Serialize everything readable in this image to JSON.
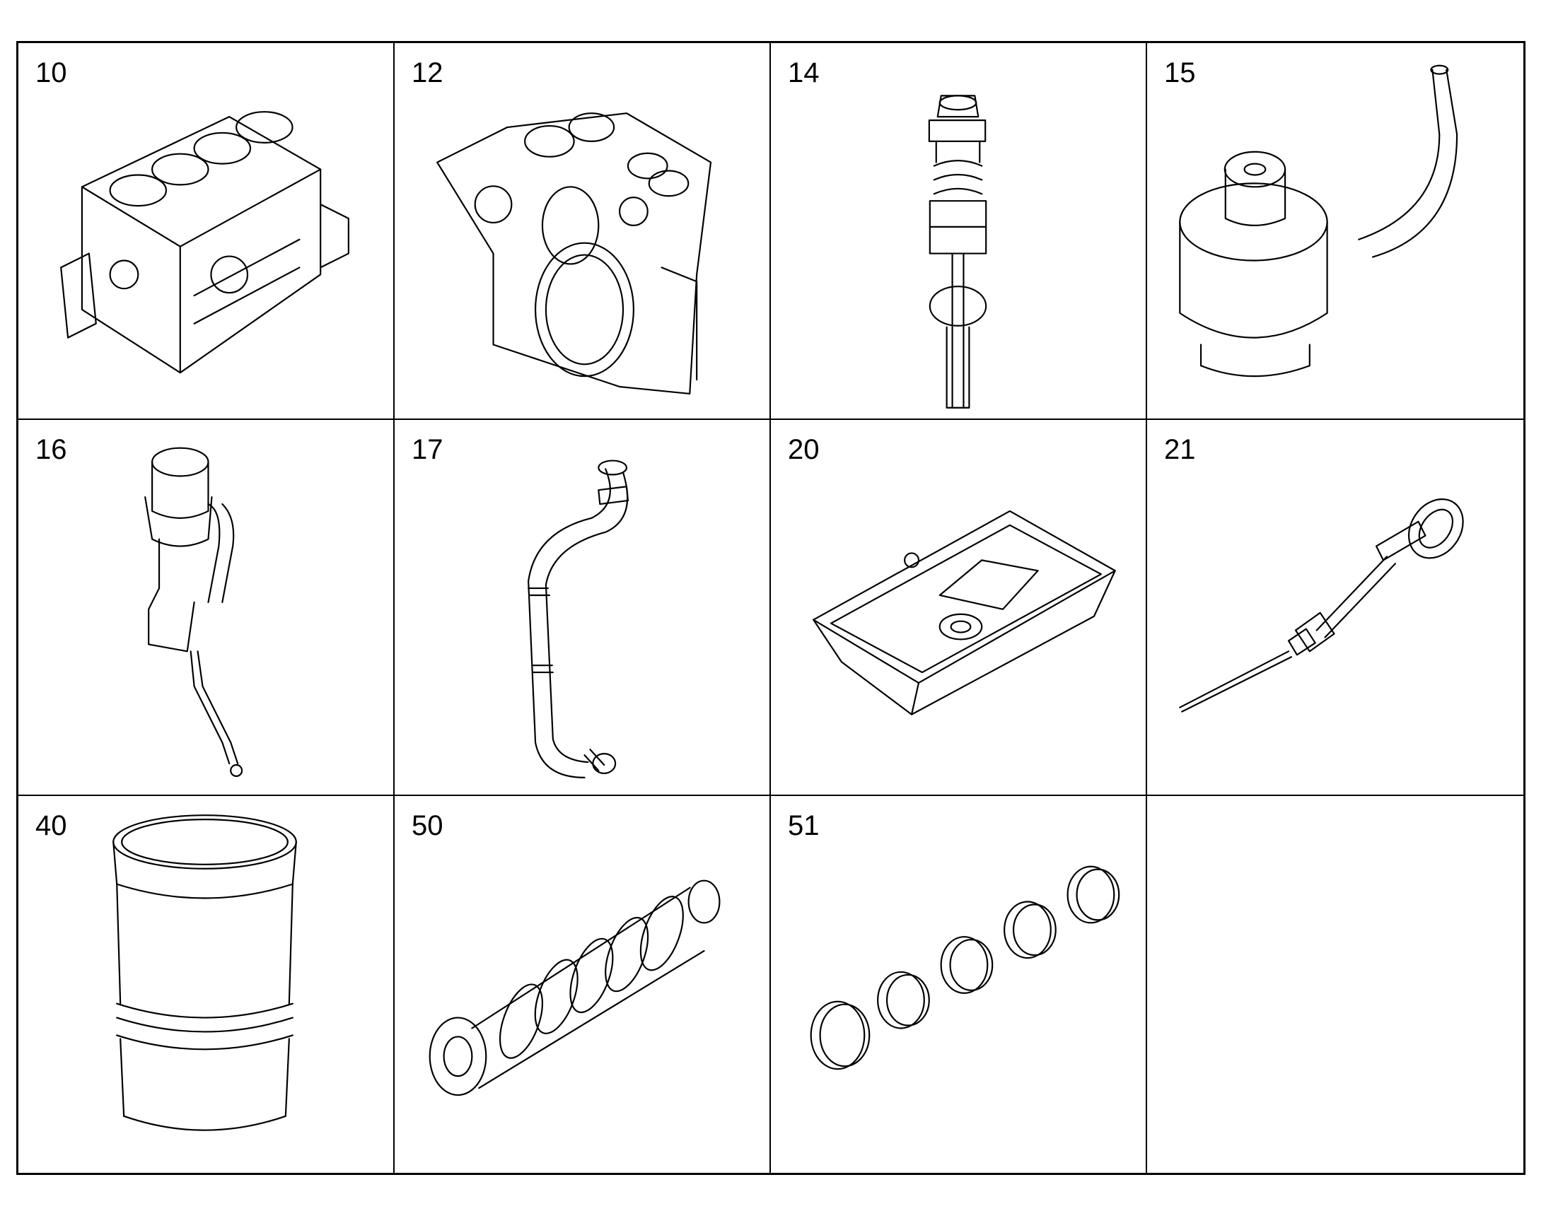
{
  "cells": [
    {
      "number": "10",
      "icon": "cylinder-block-icon"
    },
    {
      "number": "12",
      "icon": "timing-housing-icon"
    },
    {
      "number": "14",
      "icon": "valve-icon"
    },
    {
      "number": "15",
      "icon": "oil-pipe-icon"
    },
    {
      "number": "16",
      "icon": "breather-assembly-icon"
    },
    {
      "number": "17",
      "icon": "hose-icon"
    },
    {
      "number": "20",
      "icon": "oil-sump-icon"
    },
    {
      "number": "21",
      "icon": "dipstick-icon"
    },
    {
      "number": "40",
      "icon": "cylinder-liner-icon"
    },
    {
      "number": "50",
      "icon": "crankshaft-icon"
    },
    {
      "number": "51",
      "icon": "bearing-shells-icon"
    },
    {
      "number": "",
      "icon": ""
    }
  ]
}
